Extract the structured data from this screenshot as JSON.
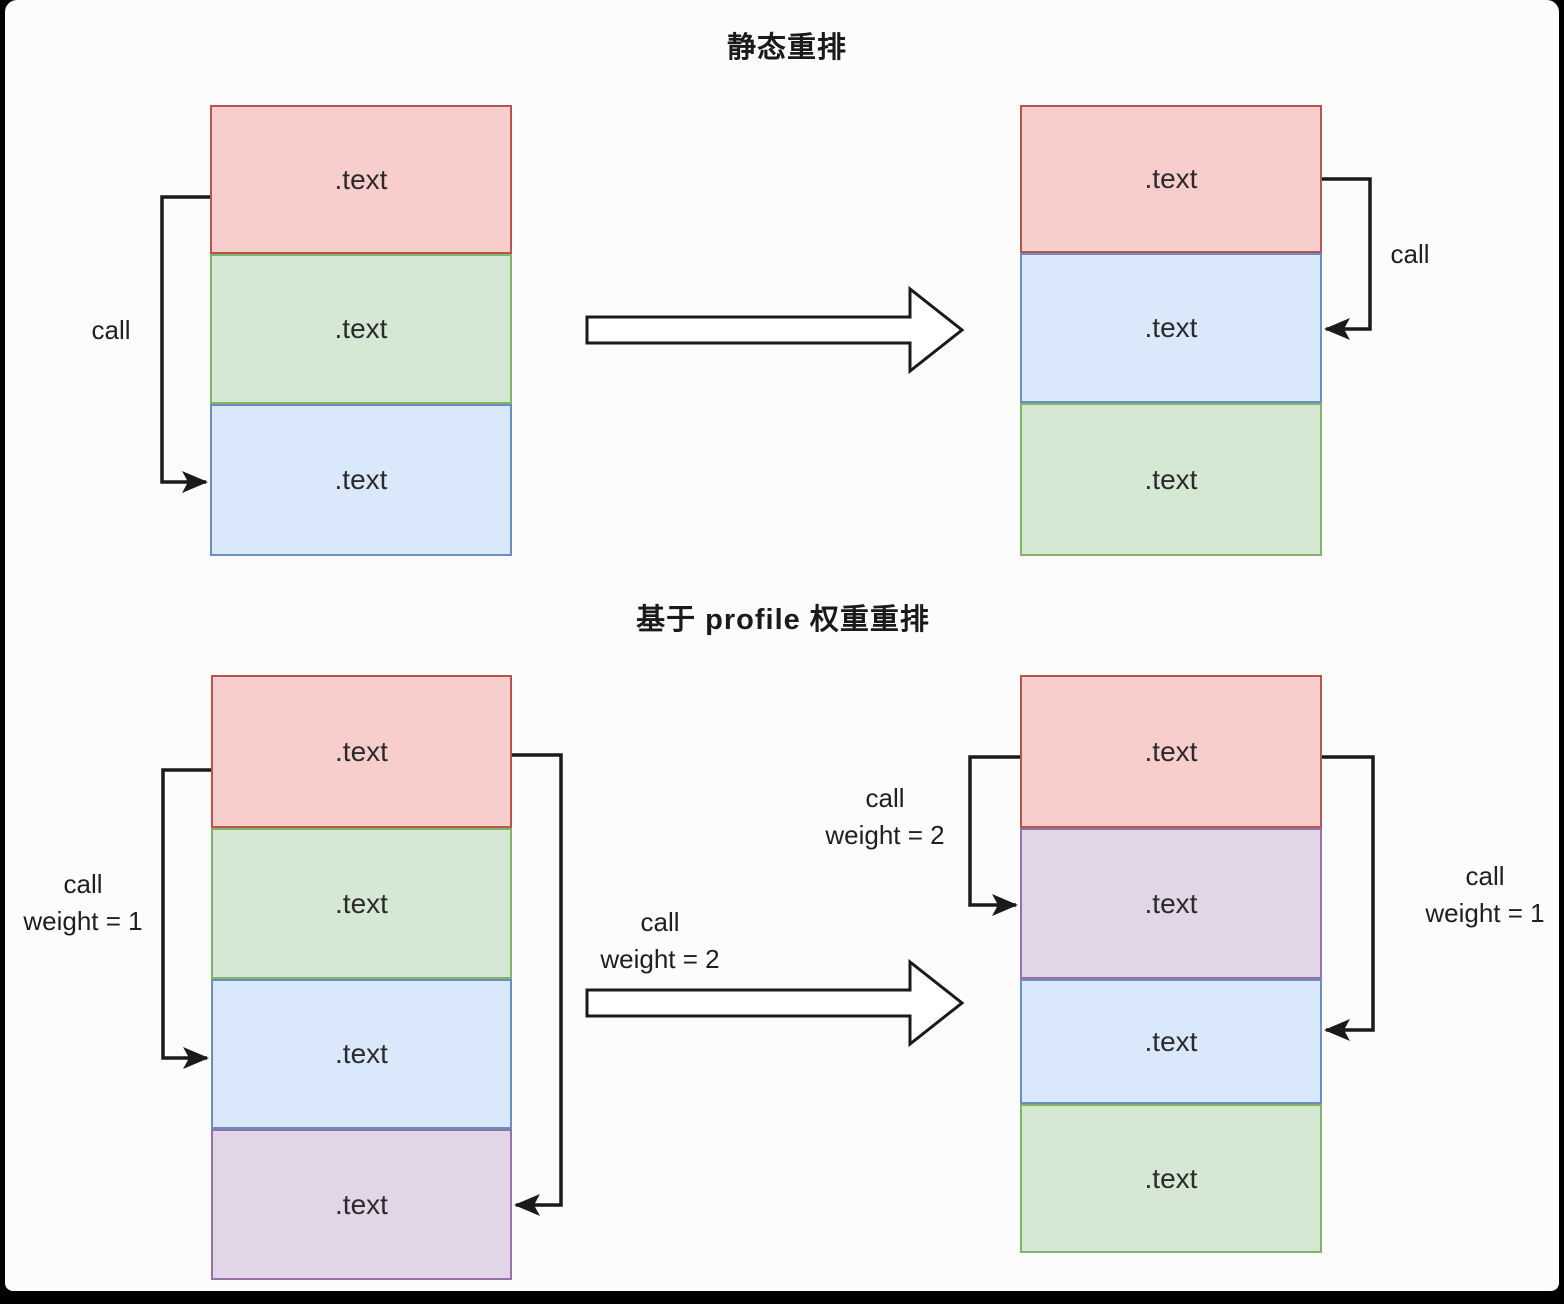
{
  "palette": {
    "red": {
      "fill": "#f8cecc",
      "stroke": "#b85450"
    },
    "green": {
      "fill": "#d5e8d4",
      "stroke": "#82b366"
    },
    "blue": {
      "fill": "#dae8fc",
      "stroke": "#6c8ebf"
    },
    "purple": {
      "fill": "#e1d5e7",
      "stroke": "#9673a6"
    },
    "arrow": "#1a1a1a",
    "canvas": "#fcfcfc"
  },
  "sections": {
    "static": {
      "title": "静态重排"
    },
    "profile": {
      "title": "基于 profile 权重重排"
    }
  },
  "stacks": {
    "static_before": [
      {
        "label": ".text",
        "color": "red"
      },
      {
        "label": ".text",
        "color": "green"
      },
      {
        "label": ".text",
        "color": "blue"
      }
    ],
    "static_after": [
      {
        "label": ".text",
        "color": "red"
      },
      {
        "label": ".text",
        "color": "blue"
      },
      {
        "label": ".text",
        "color": "green"
      }
    ],
    "profile_before": [
      {
        "label": ".text",
        "color": "red"
      },
      {
        "label": ".text",
        "color": "green"
      },
      {
        "label": ".text",
        "color": "blue"
      },
      {
        "label": ".text",
        "color": "purple"
      }
    ],
    "profile_after": [
      {
        "label": ".text",
        "color": "red"
      },
      {
        "label": ".text",
        "color": "purple"
      },
      {
        "label": ".text",
        "color": "blue"
      },
      {
        "label": ".text",
        "color": "green"
      }
    ]
  },
  "labels": {
    "static_left": {
      "line1": "call"
    },
    "static_right": {
      "line1": "call"
    },
    "profile_before_left": {
      "line1": "call",
      "line2": "weight = 1"
    },
    "profile_mid": {
      "line1": "call",
      "line2": "weight = 2"
    },
    "profile_after_left": {
      "line1": "call",
      "line2": "weight = 2"
    },
    "profile_after_right": {
      "line1": "call",
      "line2": "weight = 1"
    }
  }
}
